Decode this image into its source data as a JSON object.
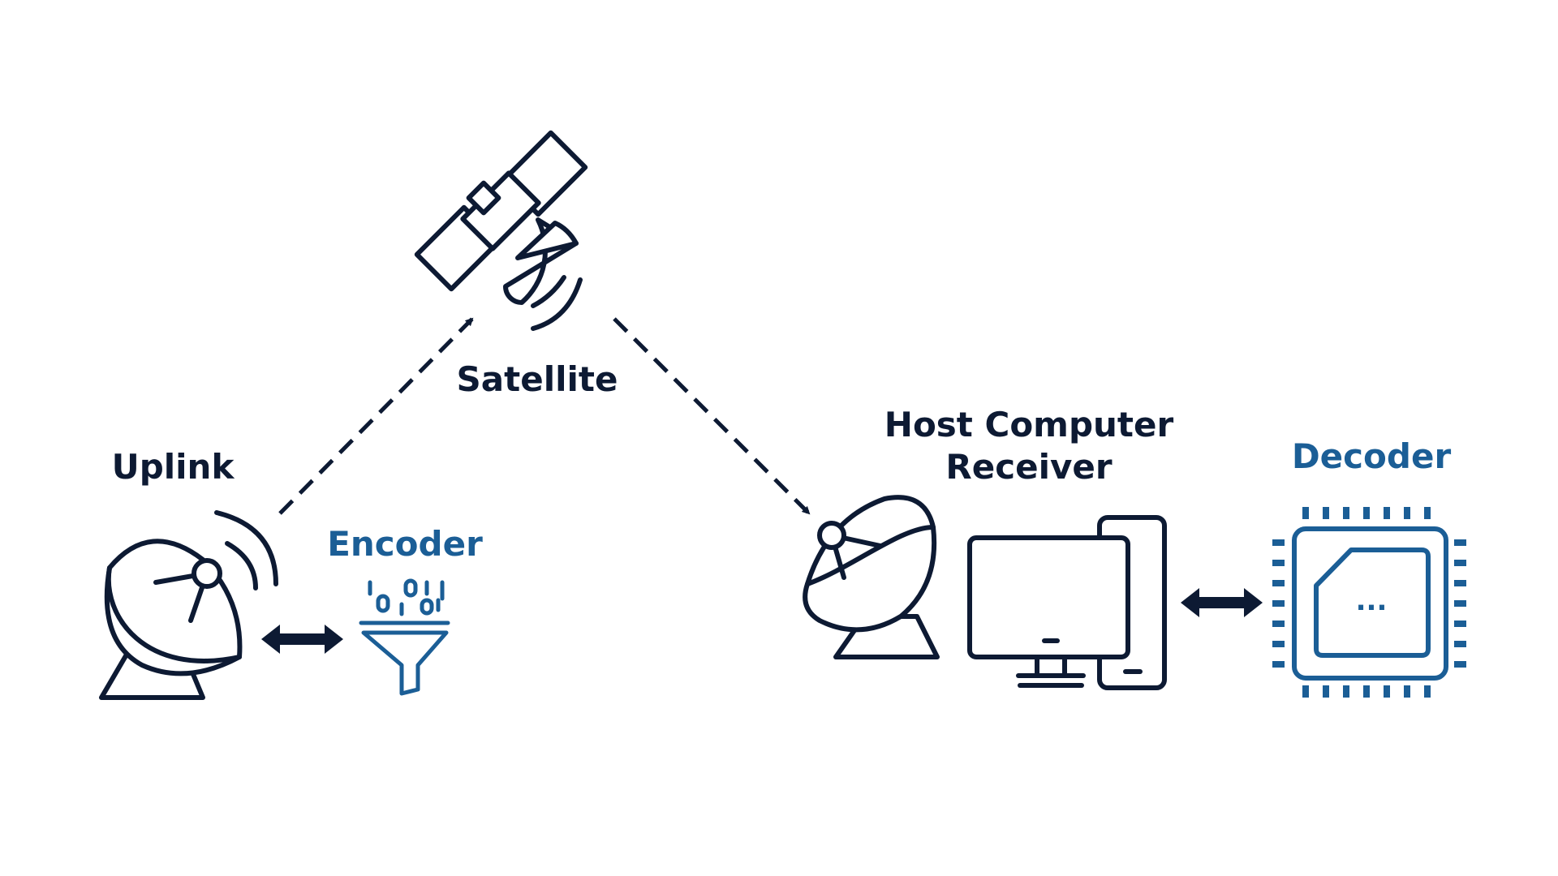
{
  "labels": {
    "satellite": "Satellite",
    "uplink": "Uplink",
    "encoder": "Encoder",
    "host_line1": "Host Computer",
    "host_line2": "Receiver",
    "decoder": "Decoder",
    "chip_ellipsis": "..."
  },
  "colors": {
    "navy": "#0d1a33",
    "blue": "#1b5e96",
    "background": "#ffffff"
  },
  "icons": [
    "satellite-icon",
    "uplink-dish-icon",
    "receiver-dish-icon",
    "encoder-funnel-icon",
    "computer-icon",
    "decoder-chip-icon",
    "bidirectional-arrow-icon",
    "dashed-arrow"
  ]
}
